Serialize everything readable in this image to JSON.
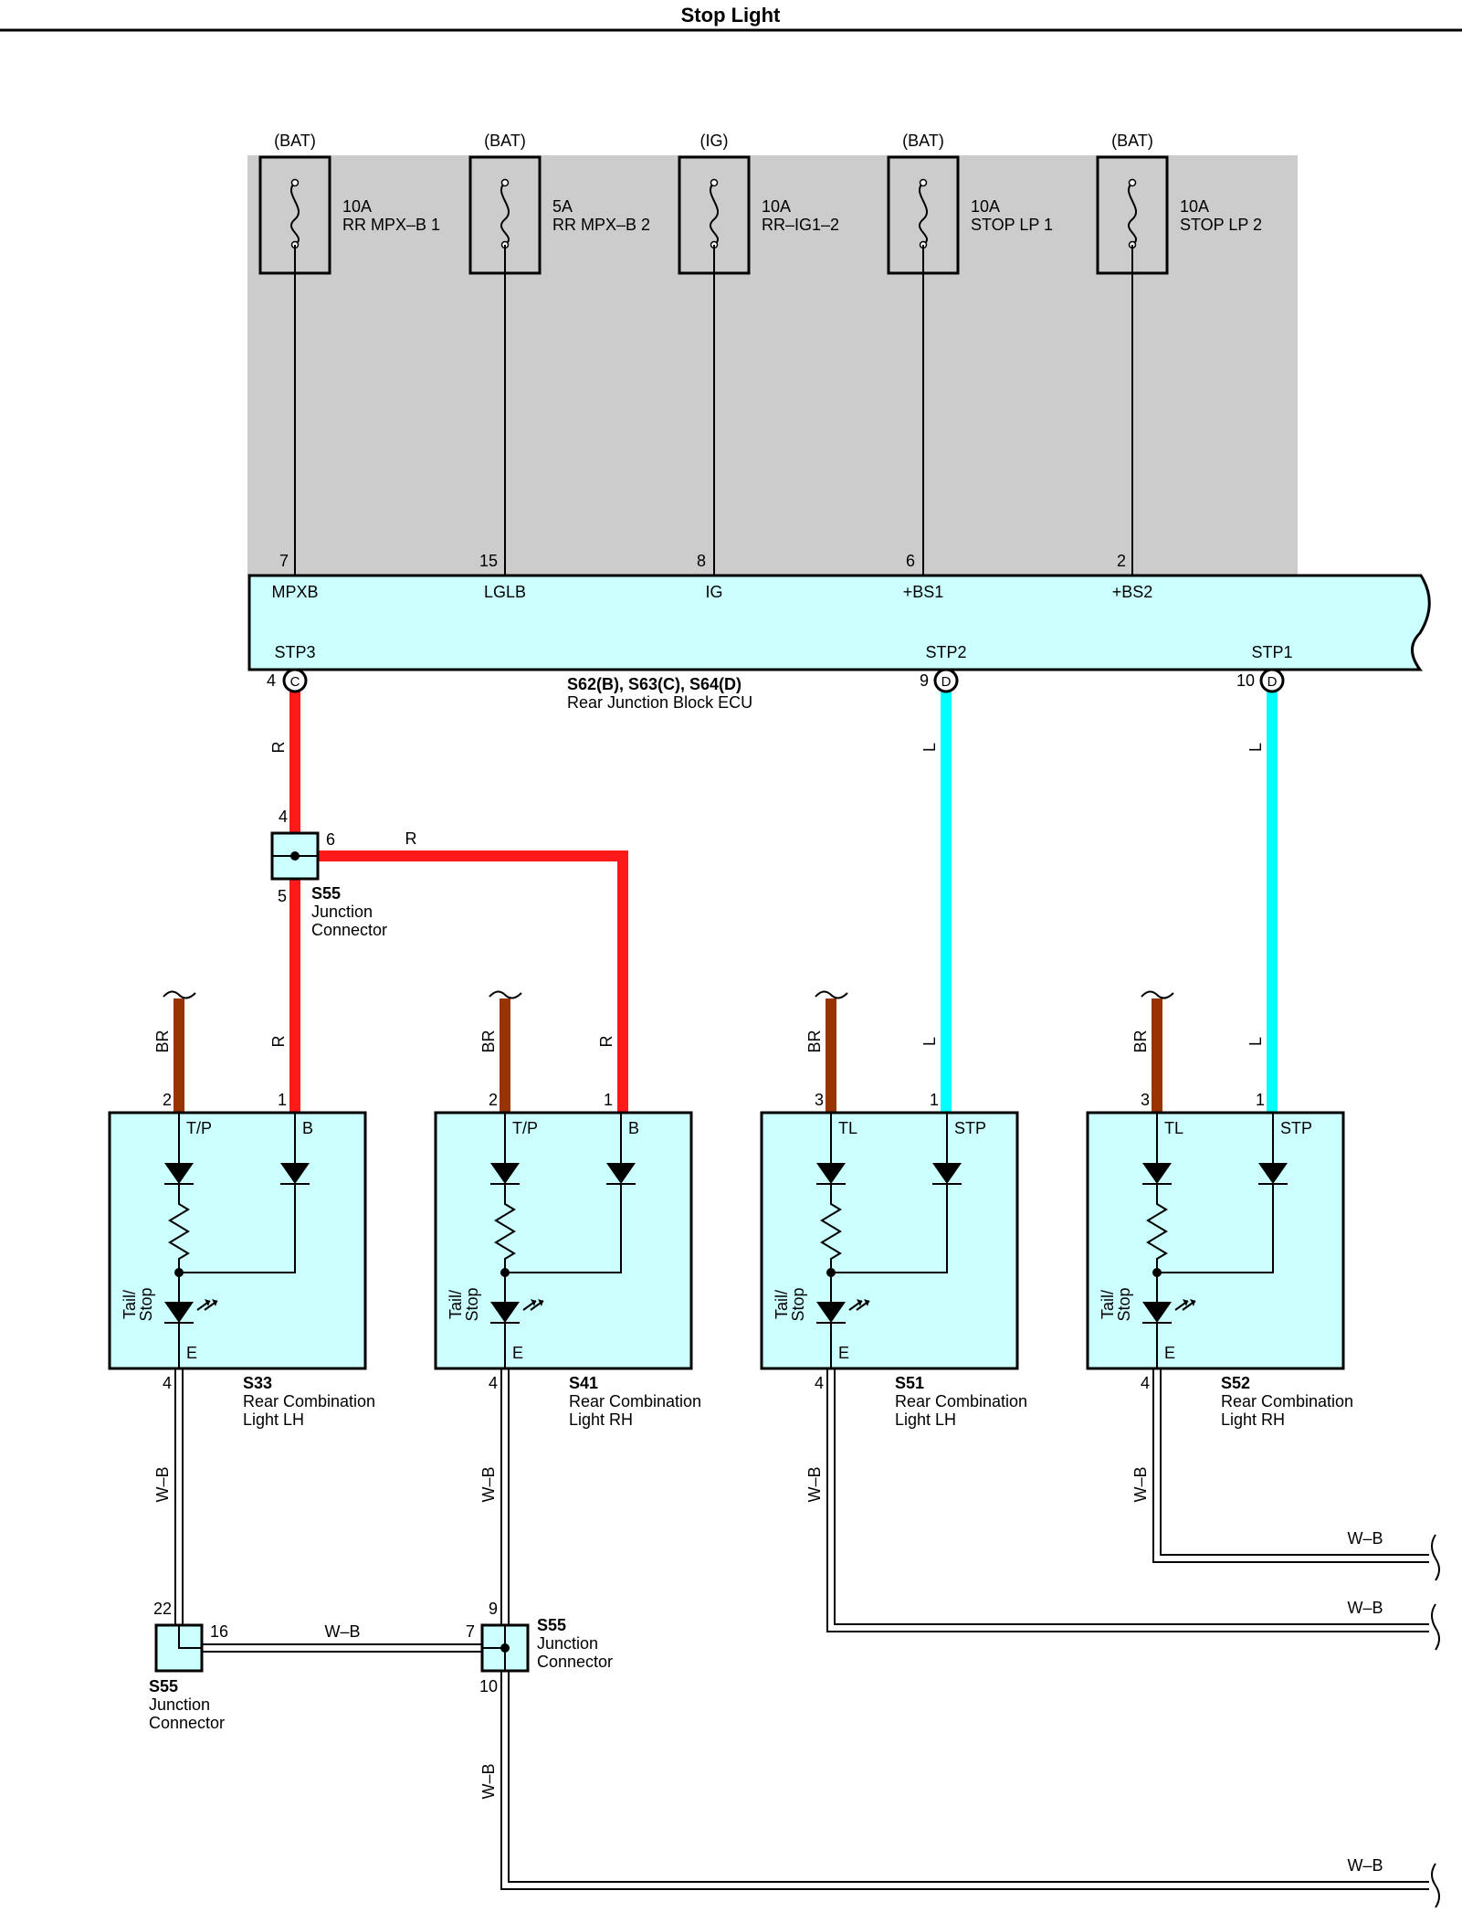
{
  "title": "Stop Light",
  "colors": {
    "relay_block": "#cccccc",
    "ecu_fill": "#ccffff",
    "component_fill": "#ccffff",
    "wire_red": "#ff1a1a",
    "wire_blue": "#00ffff",
    "wire_brown": "#993300",
    "line": "#000000"
  },
  "fuses": [
    {
      "supply": "(BAT)",
      "amp": "10A",
      "name": "RR MPX–B 1",
      "pin": "7",
      "term": "MPXB"
    },
    {
      "supply": "(BAT)",
      "amp": "5A",
      "name": "RR MPX–B 2",
      "pin": "15",
      "term": "LGLB"
    },
    {
      "supply": "(IG)",
      "amp": "10A",
      "name": "RR–IG1–2",
      "pin": "8",
      "term": "IG"
    },
    {
      "supply": "(BAT)",
      "amp": "10A",
      "name": "STOP LP 1",
      "pin": "6",
      "term": "+BS1"
    },
    {
      "supply": "(BAT)",
      "amp": "10A",
      "name": "STOP LP 2",
      "pin": "2",
      "term": "+BS2"
    }
  ],
  "ecu": {
    "code": "S62(B), S63(C), S64(D)",
    "name": "Rear Junction Block ECU",
    "outputs": [
      {
        "term": "STP3",
        "pin": "4",
        "conn": "C"
      },
      {
        "term": "STP2",
        "pin": "9",
        "conn": "D"
      },
      {
        "term": "STP1",
        "pin": "10",
        "conn": "D"
      }
    ]
  },
  "jc_top": {
    "code": "S55",
    "name_line1": "Junction",
    "name_line2": "Connector",
    "pin_in": "4",
    "pin_out": "6",
    "pin_down": "5"
  },
  "jc_left": {
    "code": "S55",
    "name_line1": "Junction",
    "name_line2": "Connector",
    "pin_up": "22",
    "pin_right": "16"
  },
  "jc_mid": {
    "code": "S55",
    "name_line1": "Junction",
    "name_line2": "Connector",
    "pin_up": "9",
    "pin_left": "7",
    "pin_down": "10"
  },
  "wire_codes": {
    "red": "R",
    "blue": "L",
    "brown": "BR",
    "ground": "W–B"
  },
  "lamp_side_label_1": "Tail/",
  "lamp_side_label_2": "Stop",
  "lamps": [
    {
      "code": "S33",
      "name_line1": "Rear Combination",
      "name_line2": "Light LH",
      "pin_left": "2",
      "pin_right": "1",
      "pin_ground": "4",
      "term_left": "T/P",
      "term_right": "B",
      "term_ground": "E"
    },
    {
      "code": "S41",
      "name_line1": "Rear Combination",
      "name_line2": "Light RH",
      "pin_left": "2",
      "pin_right": "1",
      "pin_ground": "4",
      "term_left": "T/P",
      "term_right": "B",
      "term_ground": "E"
    },
    {
      "code": "S51",
      "name_line1": "Rear Combination",
      "name_line2": "Light LH",
      "pin_left": "3",
      "pin_right": "1",
      "pin_ground": "4",
      "term_left": "TL",
      "term_right": "STP",
      "term_ground": "E"
    },
    {
      "code": "S52",
      "name_line1": "Rear Combination",
      "name_line2": "Light RH",
      "pin_left": "3",
      "pin_right": "1",
      "pin_ground": "4",
      "term_left": "TL",
      "term_right": "STP",
      "term_ground": "E"
    }
  ]
}
